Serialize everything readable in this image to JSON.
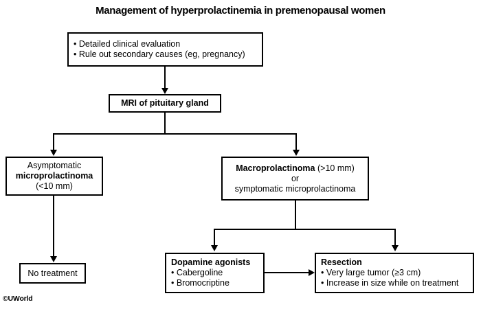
{
  "title": "Management of hyperprolactinemia in premenopausal women",
  "copyright": "©UWorld",
  "nodes": {
    "initial_eval": {
      "bullet1": "• Detailed clinical evaluation",
      "bullet2": "• Rule out secondary causes (eg, pregnancy)"
    },
    "mri": {
      "label": "MRI of pituitary gland"
    },
    "micro": {
      "line1": "Asymptomatic",
      "line2": "microprolactinoma",
      "line3": "(<10 mm)"
    },
    "macro": {
      "line1_bold": "Macroprolactinoma",
      "line1_rest": "(>10 mm)",
      "line2": "or",
      "line3": "symptomatic microprolactinoma"
    },
    "no_treatment": {
      "label": "No treatment"
    },
    "dopamine": {
      "heading": "Dopamine agonists",
      "bullet1": "• Cabergoline",
      "bullet2": "• Bromocriptine"
    },
    "resection": {
      "heading": "Resection",
      "bullet1": "• Very large tumor (≥3 cm)",
      "bullet2": "• Increase in size while on treatment"
    }
  },
  "colors": {
    "stroke": "#000000",
    "background": "#ffffff",
    "text": "#000000"
  }
}
